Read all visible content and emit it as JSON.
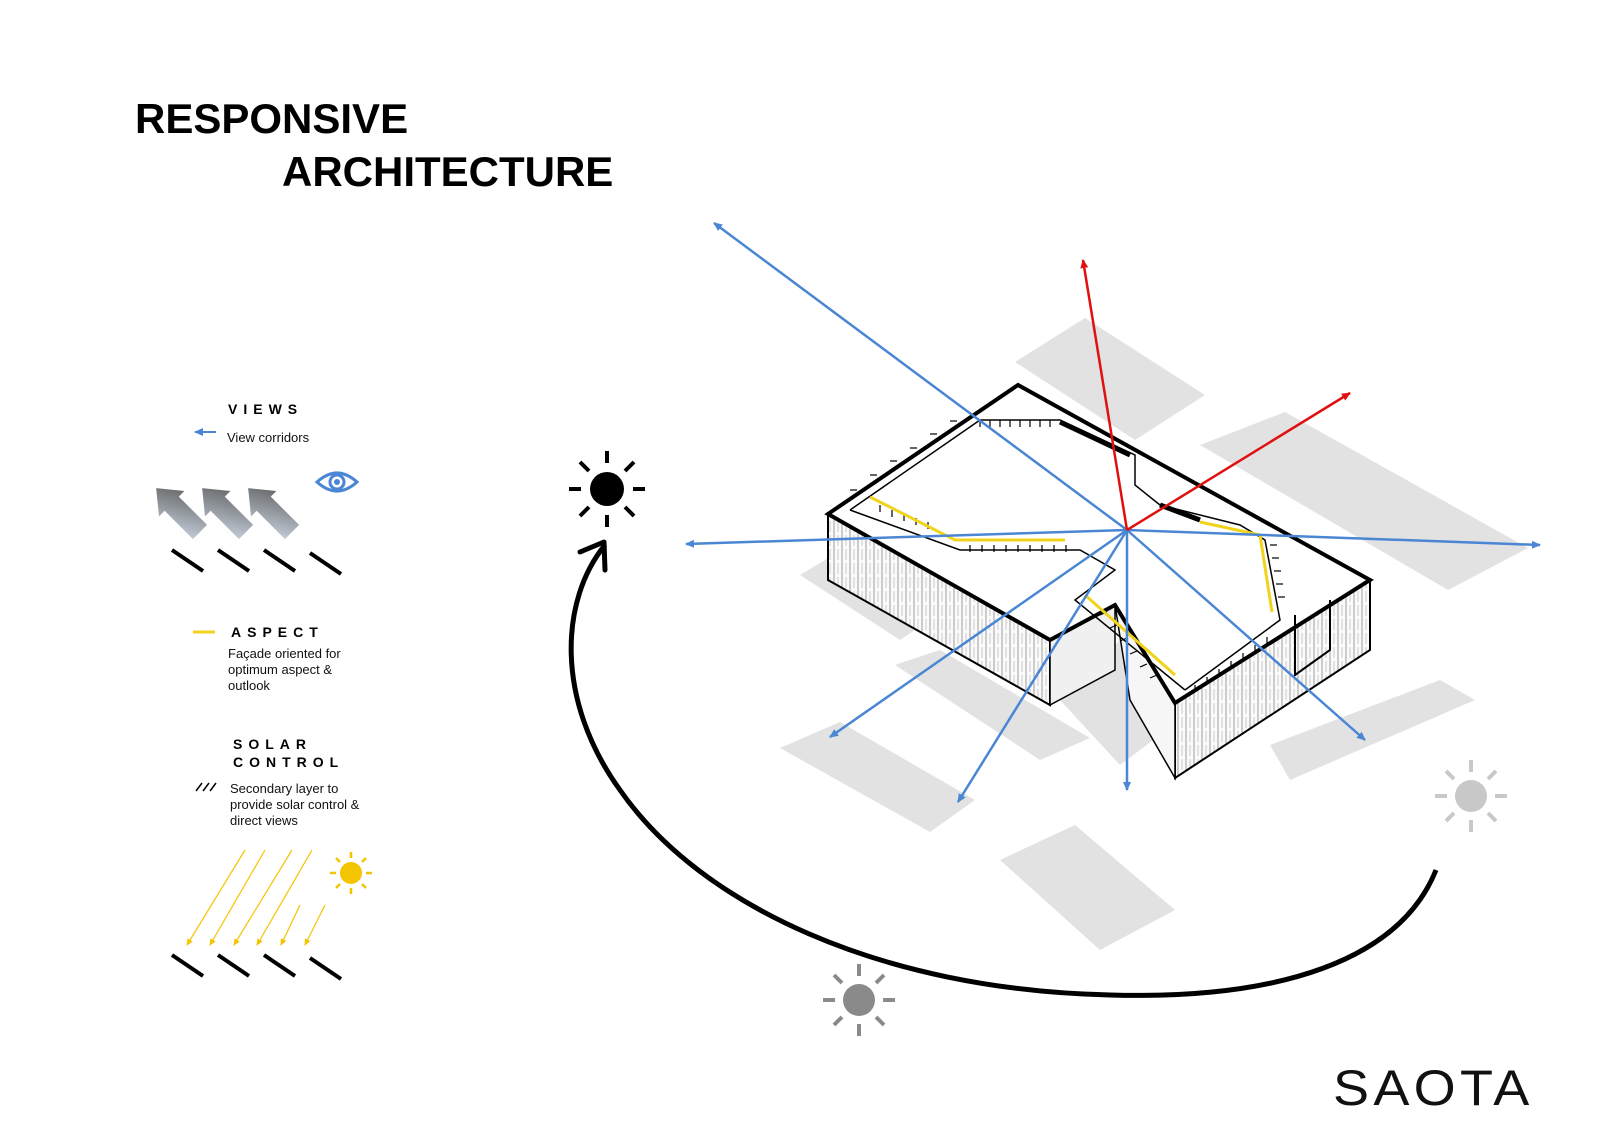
{
  "title": {
    "line1": "RESPONSIVE",
    "line2": "ARCHITECTURE"
  },
  "legend": {
    "views": {
      "heading": "VIEWS",
      "description": "View corridors",
      "arrow_color": "#4a86d4",
      "icon": "eye-icon"
    },
    "aspect": {
      "heading": "ASPECT",
      "description": "Façade oriented for optimum aspect & outlook",
      "line_color": "#f2d31b"
    },
    "solar_control": {
      "heading_line1": "SOLAR",
      "heading_line2": "CONTROL",
      "description": "Secondary layer to provide solar control & direct views",
      "marker": "///",
      "ray_color": "#f5c400",
      "icon": "sun-icon"
    }
  },
  "diagram": {
    "view_color": "#4a86d4",
    "red_color": "#e01010",
    "shadow_color": "#e0e0e0",
    "sun_path_color": "#000000",
    "sun_icons": [
      "sun-icon-black",
      "sun-icon-light-grey",
      "sun-icon-dark-grey"
    ]
  },
  "logo": {
    "text": "SAOTA"
  }
}
